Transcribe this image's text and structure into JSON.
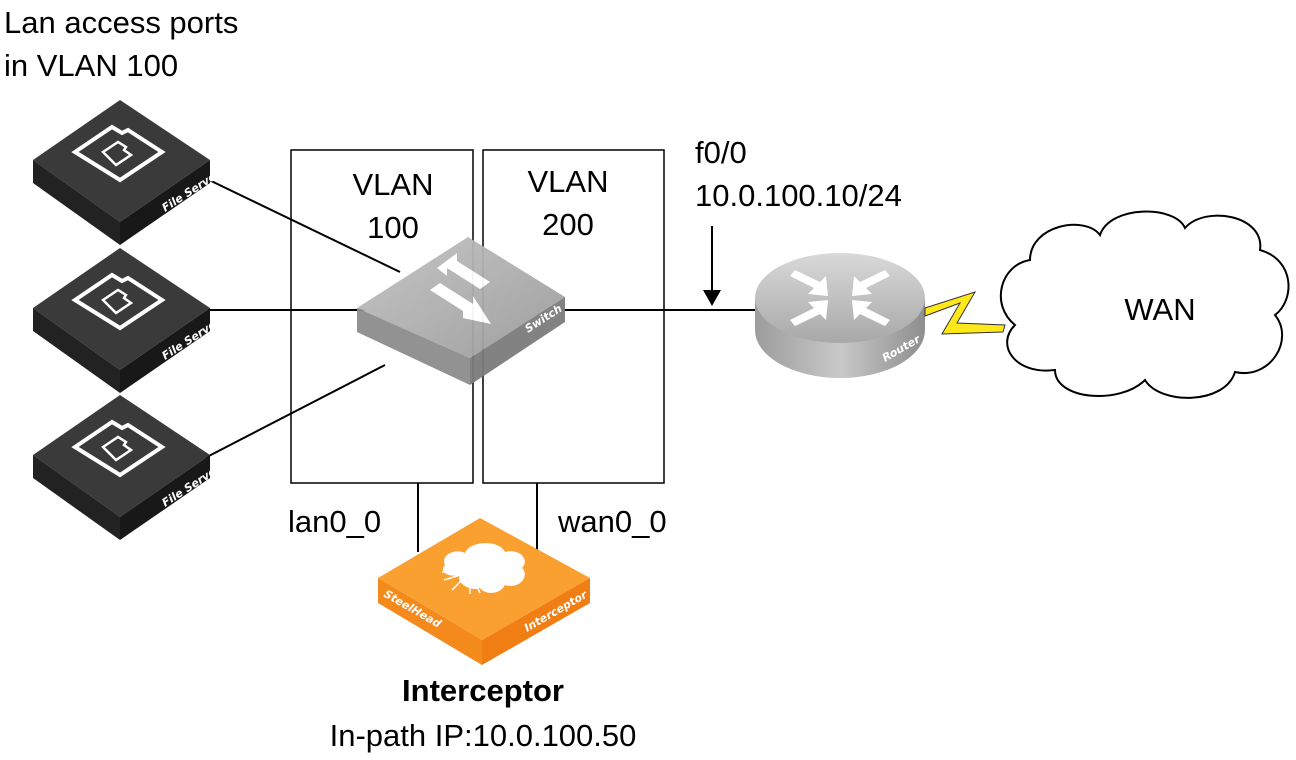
{
  "title_lines": [
    "Lan access ports",
    "in VLAN 100"
  ],
  "vlans": [
    {
      "line1": "VLAN",
      "line2": "100"
    },
    {
      "line1": "VLAN",
      "line2": "200"
    }
  ],
  "router_port": {
    "name": "f0/0",
    "ip": "10.0.100.10/24"
  },
  "devices": {
    "file_server": "File Server",
    "switch": "Switch",
    "router": "Router",
    "wan": "WAN",
    "steelhead_brand": "SteelHead",
    "steelhead_model": "Interceptor"
  },
  "ports": {
    "lan": "lan0_0",
    "wan": "wan0_0"
  },
  "interceptor": {
    "title": "Interceptor",
    "ip": "In-path IP:10.0.100.50"
  },
  "colors": {
    "file_server": "#2b2b2b",
    "switch": "#a3a3a3",
    "router": "#b5b5b5",
    "interceptor": "#f7941d",
    "wan_link": "#ffe81a"
  }
}
